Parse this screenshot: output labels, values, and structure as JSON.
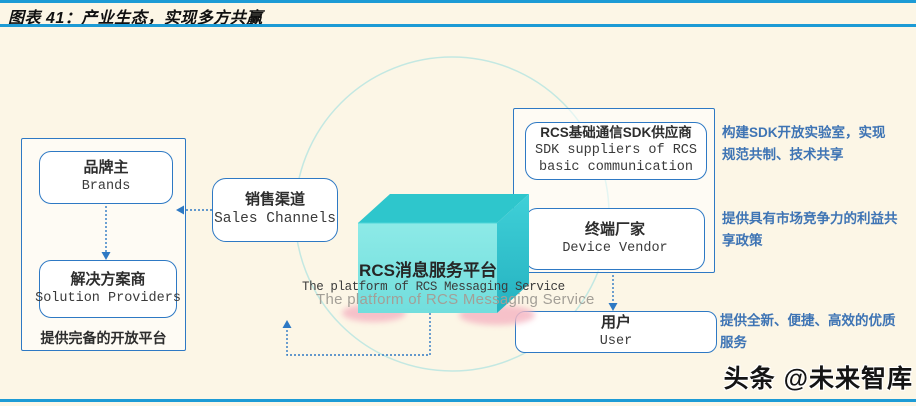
{
  "header": {
    "title": "图表 41：产业生态，实现多方共赢"
  },
  "footer": {
    "watermark": "头条 @未来智库"
  },
  "colors": {
    "background": "#fcf6e6",
    "rule_blue": "#1d9bd5",
    "box_border_blue": "#2e79c4",
    "annotation_blue": "#3e74b4",
    "cube_top": "#2ec6cc",
    "cube_front": "#7ce4e3",
    "cube_side": "#2ab6c4",
    "cube_shadow_pink": "#f5b8c4",
    "circle_stroke": "#c3e8e2"
  },
  "diagram": {
    "left_group": {
      "brands_zh": "品牌主",
      "brands_en": "Brands",
      "solution_zh": "解决方案商",
      "solution_en": "Solution Providers",
      "caption": "提供完备的开放平台"
    },
    "sales": {
      "zh": "销售渠道",
      "en": "Sales Channels"
    },
    "cube": {
      "zh": "RCS消息服务平台",
      "en": "The platform of RCS Messaging Service"
    },
    "right_group": {
      "sdk_zh": "RCS基础通信SDK供应商",
      "sdk_en1": "SDK suppliers of RCS",
      "sdk_en2": "basic communication",
      "vendor_zh": "终端厂家",
      "vendor_en": "Device Vendor"
    },
    "user": {
      "zh": "用户",
      "en": "User"
    },
    "annotations": [
      "构建SDK开放实验室，实现规范共制、技术共享",
      "提供具有市场竞争力的利益共享政策",
      "提供全新、便捷、高效的优质服务"
    ]
  }
}
